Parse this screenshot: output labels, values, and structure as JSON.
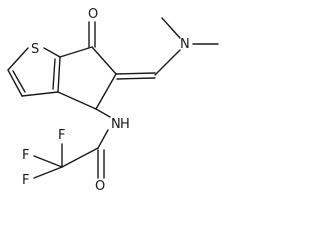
{
  "structure": {
    "atoms": {
      "sulfur": "S",
      "ketone_oxygen": "O",
      "amine_nitrogen": "N",
      "amide_nitrogen": "N",
      "amide_hydrogen": "H",
      "amide_oxygen": "O",
      "fluorine_1": "F",
      "fluorine_2": "F",
      "fluorine_3": "F"
    }
  }
}
